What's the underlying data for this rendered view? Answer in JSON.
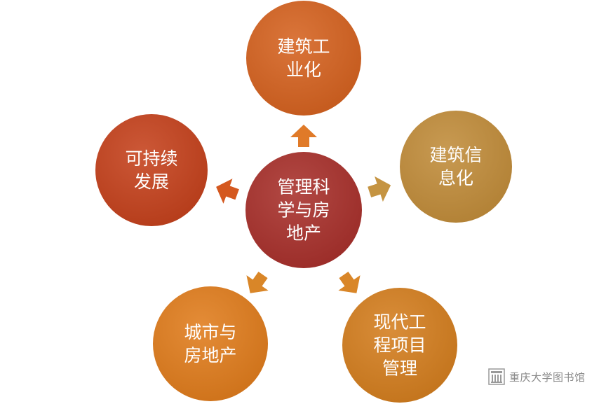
{
  "center": {
    "lines": [
      "管理科",
      "学与房",
      "地产"
    ],
    "color": "#a8302b"
  },
  "nodes": [
    {
      "id": "top",
      "lines": [
        "建筑工",
        "业化"
      ],
      "color": "#d5621f"
    },
    {
      "id": "right",
      "lines": [
        "建筑信",
        "息化"
      ],
      "color": "#c18c3a"
    },
    {
      "id": "bottom-right",
      "lines": [
        "现代工",
        "程项目",
        "管理"
      ],
      "color": "#d47e1e"
    },
    {
      "id": "bottom-left",
      "lines": [
        "城市与",
        "房地产"
      ],
      "color": "#e07c1c"
    },
    {
      "id": "left",
      "lines": [
        "可持续",
        "发展"
      ],
      "color": "#c5411c"
    }
  ],
  "arrows": [
    {
      "id": "to-top",
      "color": "#e07a28"
    },
    {
      "id": "to-right",
      "color": "#c59442"
    },
    {
      "id": "to-bottom-right",
      "color": "#d98628"
    },
    {
      "id": "to-bottom-left",
      "color": "#d98628"
    },
    {
      "id": "to-left",
      "color": "#d4581f"
    }
  ],
  "watermark": {
    "text": "重庆大学图书馆",
    "logo": "library-logo-icon"
  }
}
